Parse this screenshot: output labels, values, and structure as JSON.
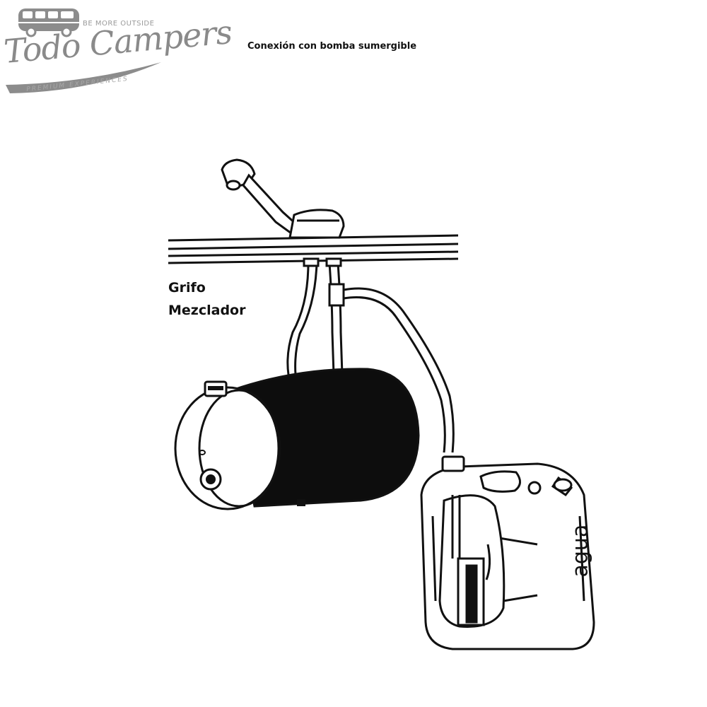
{
  "logo": {
    "tagline": "BE MORE OUTSIDE",
    "name": "Todo Campers",
    "subtitle": "PREMIUM EXPERIENCES",
    "color": "#8a8a8a"
  },
  "diagram": {
    "title": "Conexión con bomba sumergible",
    "faucet_label_line1": "Grifo",
    "faucet_label_line2": "Mezclador",
    "tank_label": "agua"
  }
}
